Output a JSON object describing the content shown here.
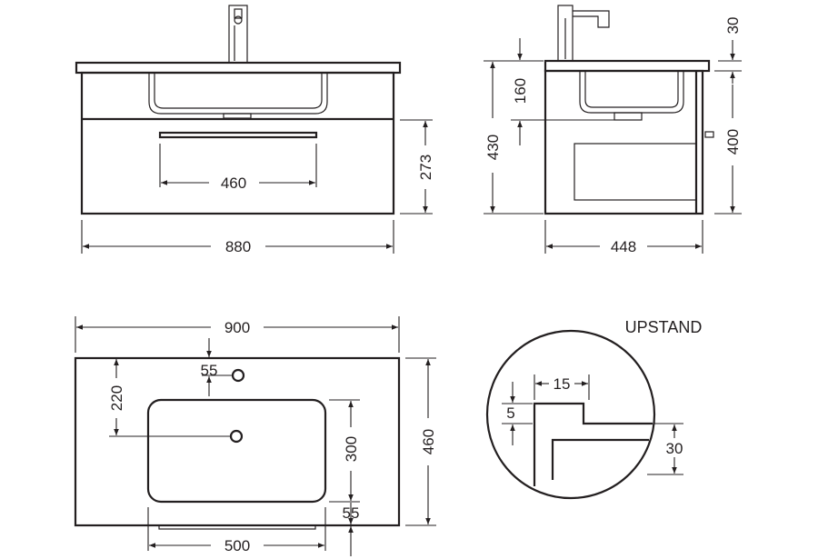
{
  "front_view": {
    "overall_width": "880",
    "drawer_height": "273",
    "handle_width": "460"
  },
  "side_view": {
    "tap_height": "30",
    "basin_depth": "160",
    "overall_height": "430",
    "cabinet_height": "400",
    "depth": "448"
  },
  "top_view": {
    "width": "900",
    "tap_offset": "55",
    "waste_offset": "220",
    "basin_width_label": "300",
    "depth": "460",
    "rim_label": "55",
    "basin_length": "500"
  },
  "upstand_detail": {
    "title": "UPSTAND",
    "thickness": "15",
    "step": "5",
    "height": "30"
  }
}
